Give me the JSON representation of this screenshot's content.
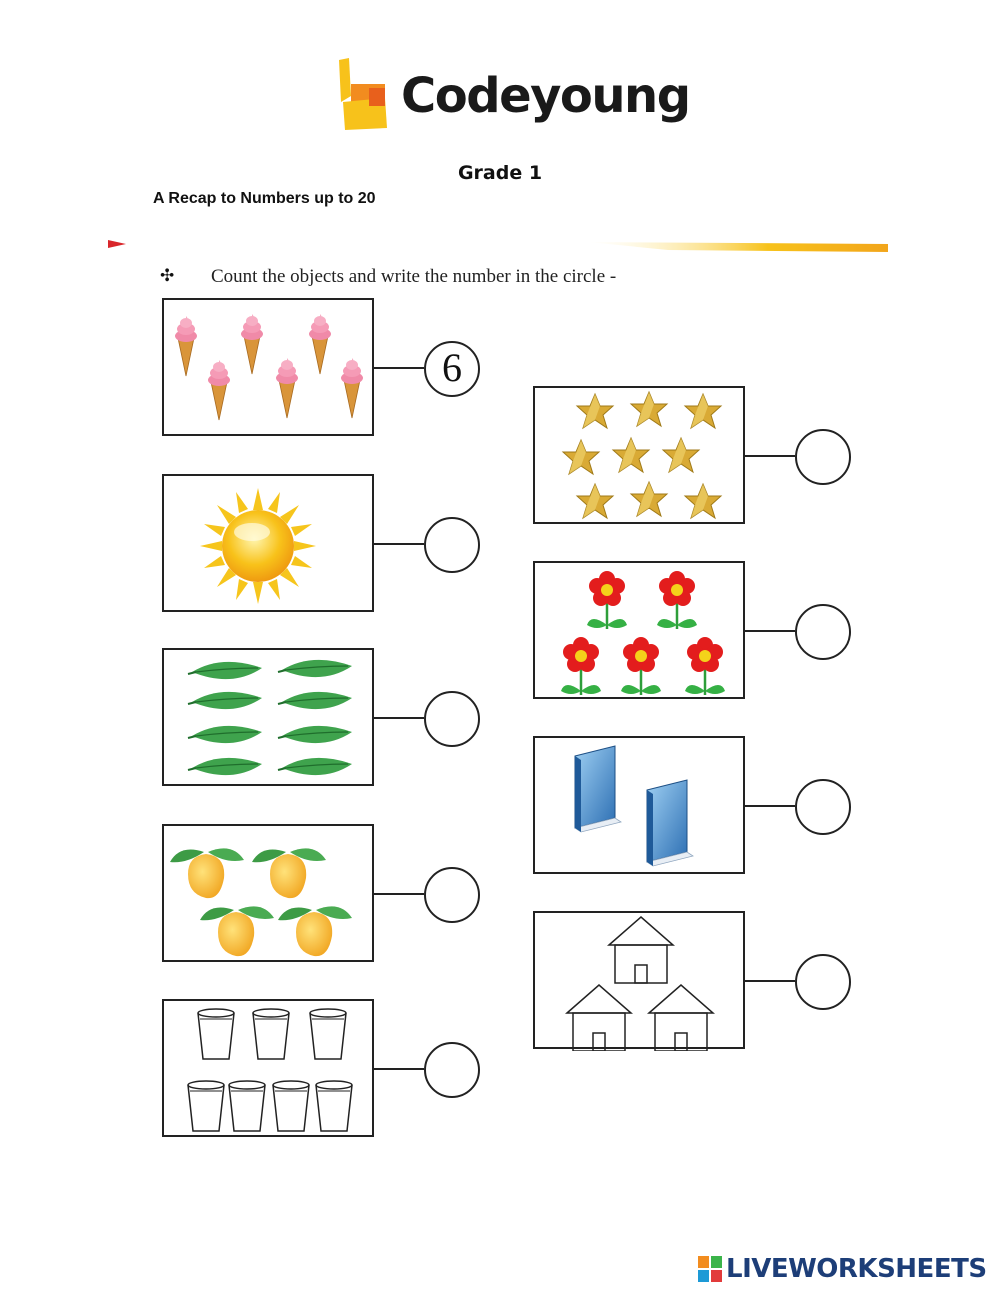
{
  "header": {
    "brand": "Codeyoung",
    "grade": "Grade 1",
    "subtitle": "A Recap to Numbers up to 20"
  },
  "instruction": {
    "icon": "four-arrows-bullet-icon",
    "text": "Count the objects and write the number in the circle -"
  },
  "exercises": [
    {
      "object": "ice-cream-cone",
      "count_answer": "6"
    },
    {
      "object": "sun",
      "count_answer": ""
    },
    {
      "object": "leaf",
      "count_answer": ""
    },
    {
      "object": "mango",
      "count_answer": ""
    },
    {
      "object": "glass",
      "count_answer": ""
    },
    {
      "object": "star",
      "count_answer": ""
    },
    {
      "object": "flower",
      "count_answer": ""
    },
    {
      "object": "book",
      "count_answer": ""
    },
    {
      "object": "house",
      "count_answer": ""
    }
  ],
  "footer": {
    "brand": "LIVEWORKSHEETS"
  },
  "colors": {
    "accent_yellow": "#f7c21b",
    "accent_orange": "#f28c1f",
    "stripe_red": "#d9262b",
    "footer_blue": "#1d3e78"
  }
}
